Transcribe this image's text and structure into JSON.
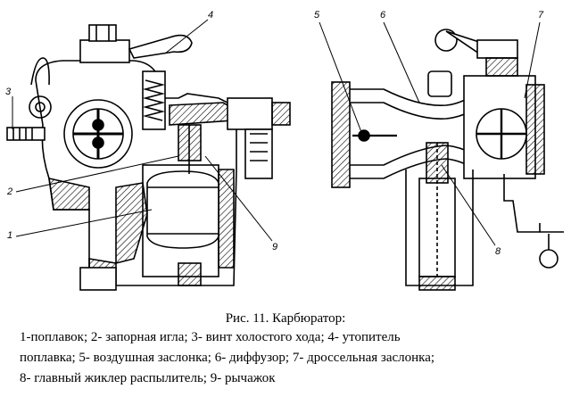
{
  "figure": {
    "callouts": {
      "left": [
        "1",
        "2",
        "3",
        "4",
        "9"
      ],
      "right": [
        "5",
        "6",
        "7",
        "8"
      ]
    }
  },
  "caption": {
    "title": "Рис. 11. Карбюратор:",
    "lines": [
      "1-поплавок; 2- запорная игла; 3- винт холостого хода; 4- утопитель",
      "поплавка; 5- воздушная заслонка; 6- диффузор; 7- дроссельная заслонка;",
      "8- главный жиклер распылитель; 9- рычажок"
    ]
  }
}
